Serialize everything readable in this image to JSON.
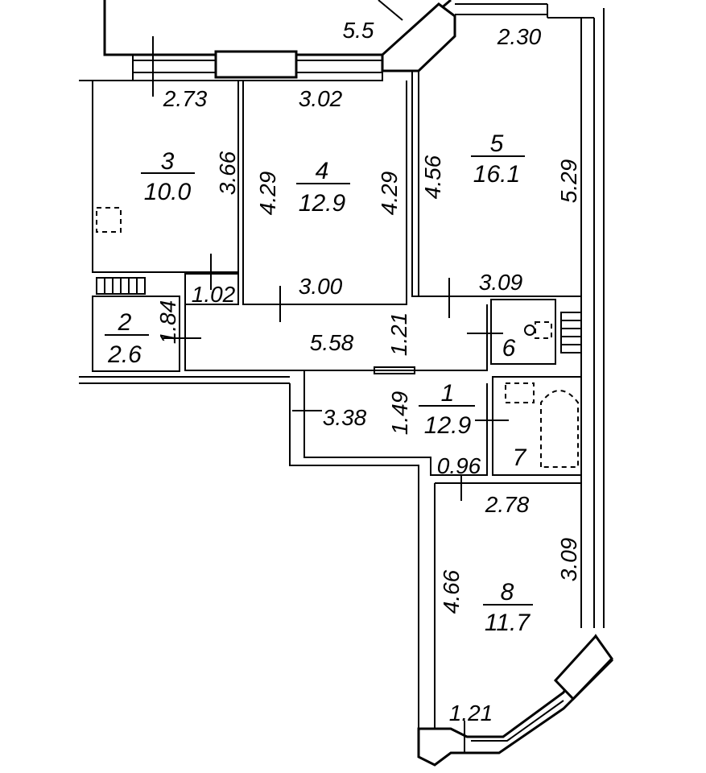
{
  "rooms": [
    {
      "id": "1",
      "number": "1",
      "area": "12.9"
    },
    {
      "id": "2",
      "number": "2",
      "area": "2.6"
    },
    {
      "id": "3",
      "number": "3",
      "area": "10.0"
    },
    {
      "id": "4",
      "number": "4",
      "area": "12.9"
    },
    {
      "id": "5",
      "number": "5",
      "area": "16.1"
    },
    {
      "id": "6",
      "number": "6",
      "area": ""
    },
    {
      "id": "7",
      "number": "7",
      "area": ""
    },
    {
      "id": "8",
      "number": "8",
      "area": "11.7"
    }
  ],
  "dimensions": {
    "loggia_top": "5.5",
    "balcony_top": "2.30",
    "room3_top": "2.73",
    "room4_top": "3.02",
    "room3_side": "3.66",
    "room4_left": "4.29",
    "room4_right": "4.29",
    "room5_left": "4.56",
    "room5_right": "5.29",
    "room4_bottom": "3.00",
    "room5_bottom": "3.09",
    "room2_width": "1.02",
    "room2_height": "1.84",
    "corridor_length": "5.58",
    "corridor_width": "1.21",
    "hall_width": "3.38",
    "hall_depth": "1.49",
    "passage_width": "0.96",
    "room8_top": "2.78",
    "room8_left": "4.66",
    "room8_right": "3.09",
    "room8_bay": "1.21"
  }
}
